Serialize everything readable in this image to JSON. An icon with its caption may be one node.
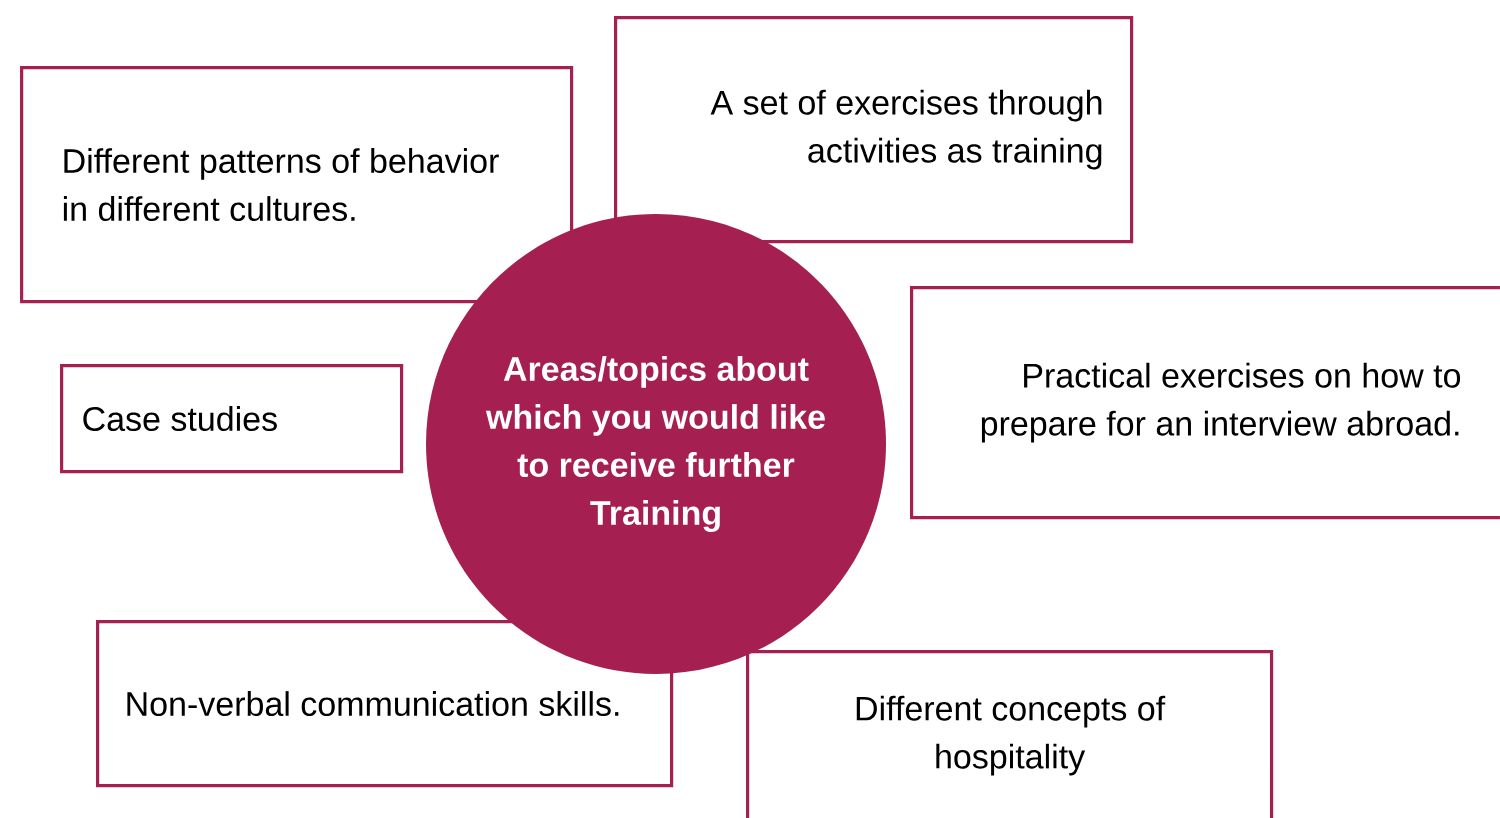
{
  "diagram": {
    "nodes": [
      {
        "text": [
          "Areas/topics about which you would like to receive further Training"
        ]
      },
      {
        "text": [
          "Different patterns of behavior in different cultures."
        ]
      },
      {
        "text": [
          "A set of exercises through activities as training"
        ]
      },
      {
        "text": [
          "Practical exercises on how to prepare for an interview abroad."
        ]
      },
      {
        "text": [
          "Case studies"
        ]
      },
      {
        "text": [
          "Non-verbal communication skills."
        ]
      },
      {
        "text": [
          "Different concepts of hospitality"
        ]
      }
    ]
  }
}
